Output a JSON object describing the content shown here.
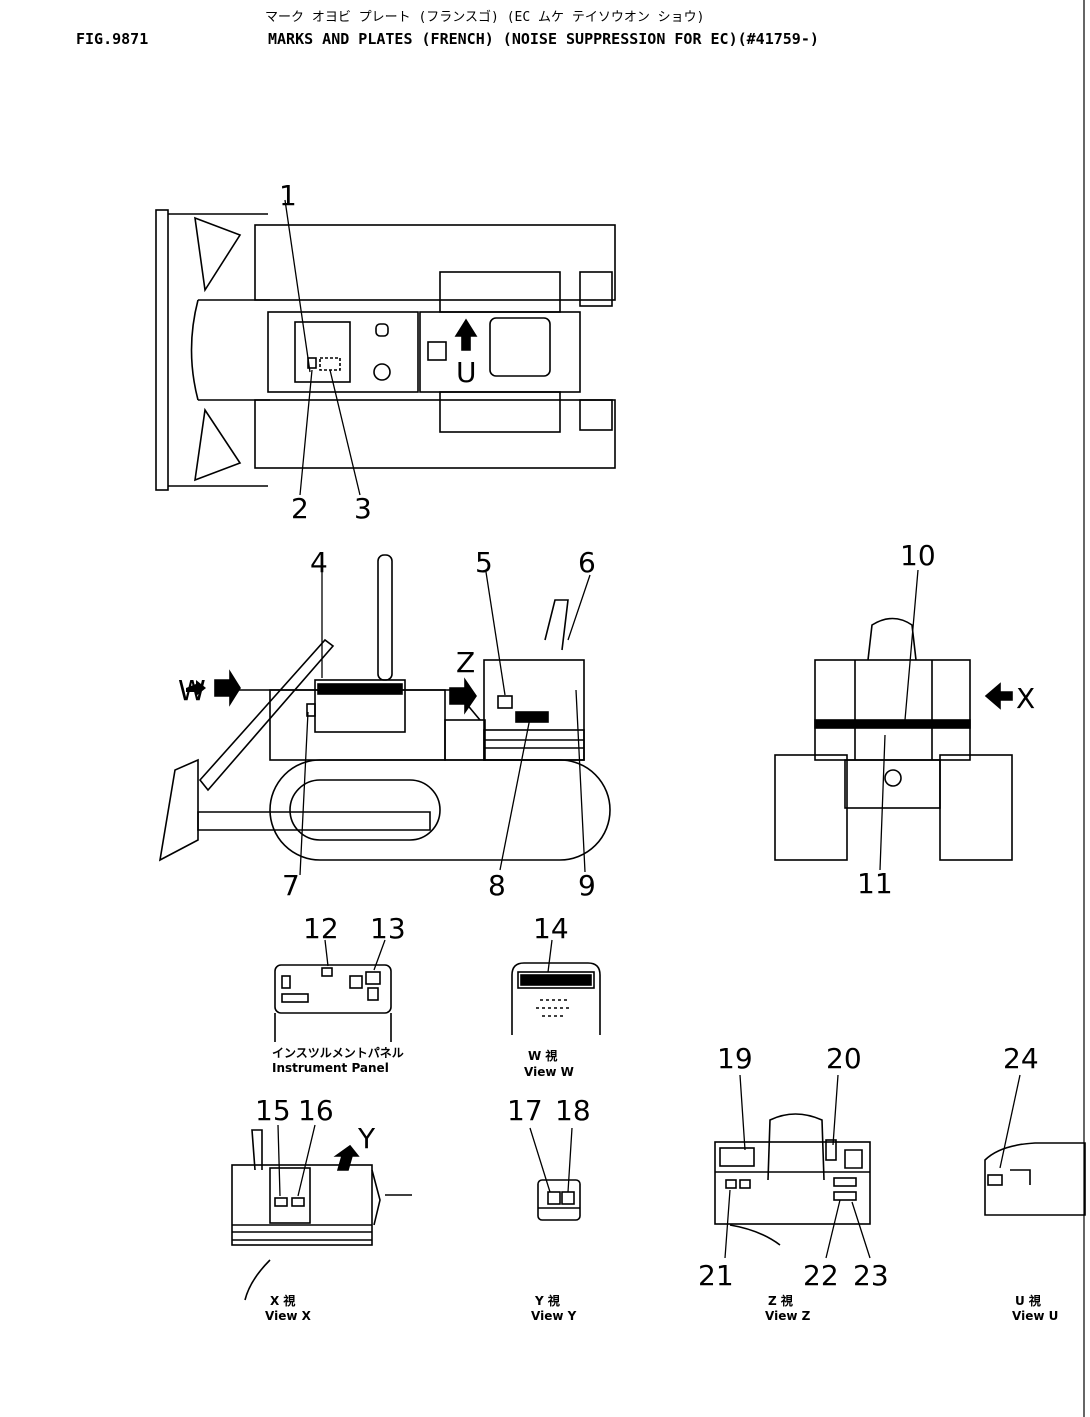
{
  "header": {
    "fig_number": "FIG.9871",
    "title_japanese": "マーク オヨビ プレート (フランスゴ) (EC ムケ テイソウオン ショウ)",
    "title_english": "MARKS AND PLATES (FRENCH) (NOISE SUPPRESSION FOR EC)(#41759-)"
  },
  "callouts": {
    "c1": "1",
    "c2": "2",
    "c3": "3",
    "c4": "4",
    "c5": "5",
    "c6": "6",
    "c7": "7",
    "c8": "8",
    "c9": "9",
    "c10": "10",
    "c11": "11",
    "c12": "12",
    "c13": "13",
    "c14": "14",
    "c15": "15",
    "c16": "16",
    "c17": "17",
    "c18": "18",
    "c19": "19",
    "c20": "20",
    "c21": "21",
    "c22": "22",
    "c23": "23",
    "c24": "24"
  },
  "view_arrows": {
    "u": "U",
    "w": "W",
    "x": "X",
    "y": "Y",
    "z": "Z"
  },
  "view_labels": {
    "instrument_panel_jp": "インスツルメントパネル",
    "instrument_panel_en": "Instrument  Panel",
    "view_w_jp": "W 視",
    "view_w_en": "View W",
    "view_x_jp": "X 視",
    "view_x_en": "View X",
    "view_y_jp": "Y 視",
    "view_y_en": "View Y",
    "view_z_jp": "Z 視",
    "view_z_en": "View Z",
    "view_u_jp": "U 視",
    "view_u_en": "View U"
  }
}
